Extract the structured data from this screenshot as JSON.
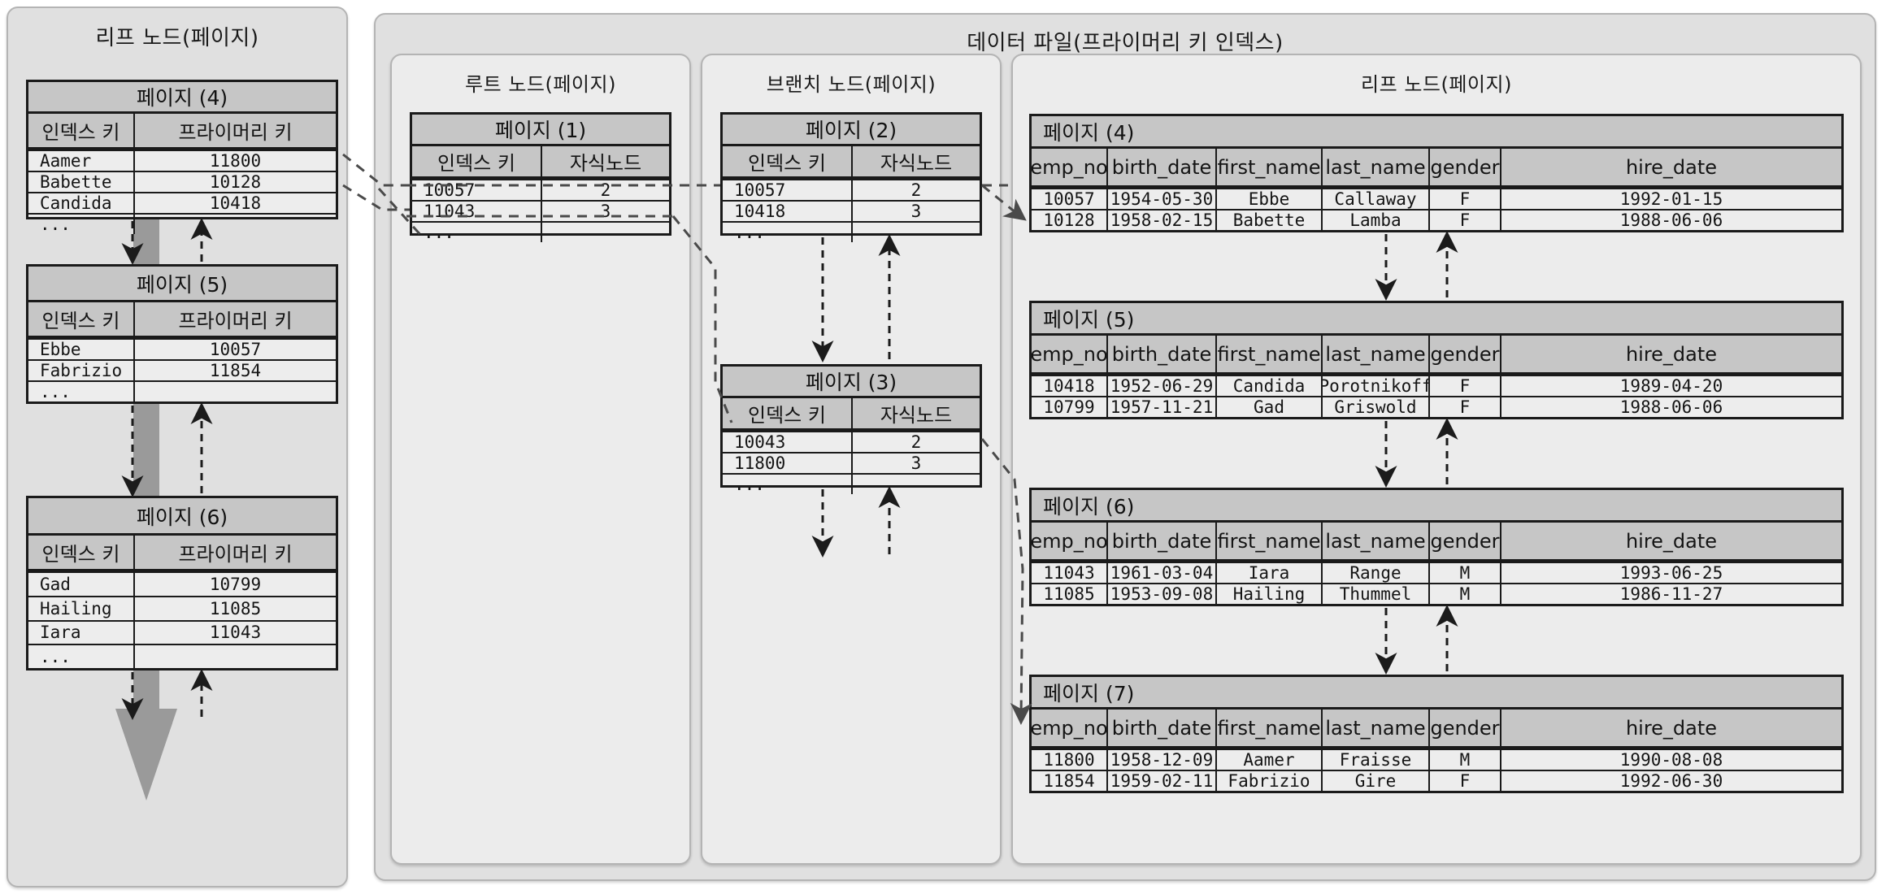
{
  "panels": {
    "secondary_index": {
      "title": "리프 노드(페이지)"
    },
    "data_file": {
      "title": "데이터 파일(프라이머리 키 인덱스)"
    },
    "root_node": {
      "title": "루트 노드(페이지)"
    },
    "branch_node": {
      "title": "브랜치 노드(페이지)"
    },
    "leaf_node": {
      "title": "리프 노드(페이지)"
    }
  },
  "index_table_headers": {
    "key": "인덱스 키",
    "pk": "프라이머리 키",
    "child": "자식노드"
  },
  "ellipsis": "...",
  "secondary_pages": [
    {
      "title": "페이지 (4)",
      "rows": [
        {
          "key": "Aamer",
          "pk": "11800"
        },
        {
          "key": "Babette",
          "pk": "10128"
        },
        {
          "key": "Candida",
          "pk": "10418"
        },
        {
          "key": "...",
          "pk": ""
        }
      ]
    },
    {
      "title": "페이지 (5)",
      "rows": [
        {
          "key": "Ebbe",
          "pk": "10057"
        },
        {
          "key": "Fabrizio",
          "pk": "11854"
        },
        {
          "key": "...",
          "pk": ""
        }
      ]
    },
    {
      "title": "페이지 (6)",
      "rows": [
        {
          "key": "Gad",
          "pk": "10799"
        },
        {
          "key": "Hailing",
          "pk": "11085"
        },
        {
          "key": "Iara",
          "pk": "11043"
        },
        {
          "key": "...",
          "pk": ""
        }
      ]
    }
  ],
  "root_page": {
    "title": "페이지 (1)",
    "rows": [
      {
        "key": "10057",
        "child": "2"
      },
      {
        "key": "11043",
        "child": "3"
      },
      {
        "key": "...",
        "child": ""
      }
    ]
  },
  "branch_pages": [
    {
      "title": "페이지 (2)",
      "rows": [
        {
          "key": "10057",
          "child": "2"
        },
        {
          "key": "10418",
          "child": "3"
        },
        {
          "key": "...",
          "child": ""
        }
      ]
    },
    {
      "title": "페이지 (3)",
      "rows": [
        {
          "key": "10043",
          "child": "2"
        },
        {
          "key": "11800",
          "child": "3"
        },
        {
          "key": "...",
          "child": ""
        }
      ]
    }
  ],
  "data_columns": [
    "emp_no",
    "birth_date",
    "first_name",
    "last_name",
    "gender",
    "hire_date"
  ],
  "data_pages": [
    {
      "title": "페이지 (4)",
      "rows": [
        [
          "10057",
          "1954-05-30",
          "Ebbe",
          "Callaway",
          "F",
          "1992-01-15"
        ],
        [
          "10128",
          "1958-02-15",
          "Babette",
          "Lamba",
          "F",
          "1988-06-06"
        ]
      ]
    },
    {
      "title": "페이지 (5)",
      "rows": [
        [
          "10418",
          "1952-06-29",
          "Candida",
          "Porotnikoff",
          "F",
          "1989-04-20"
        ],
        [
          "10799",
          "1957-11-21",
          "Gad",
          "Griswold",
          "F",
          "1988-06-06"
        ]
      ]
    },
    {
      "title": "페이지 (6)",
      "rows": [
        [
          "11043",
          "1961-03-04",
          "Iara",
          "Range",
          "M",
          "1993-06-25"
        ],
        [
          "11085",
          "1953-09-08",
          "Hailing",
          "Thummel",
          "M",
          "1986-11-27"
        ]
      ]
    },
    {
      "title": "페이지 (7)",
      "rows": [
        [
          "11800",
          "1958-12-09",
          "Aamer",
          "Fraisse",
          "M",
          "1990-08-08"
        ],
        [
          "11854",
          "1959-02-11",
          "Fabrizio",
          "Gire",
          "F",
          "1992-06-30"
        ]
      ]
    }
  ],
  "colors": {
    "panel_bg": "#e0e0e0",
    "panel_bg_light": "#ececec",
    "panel_border": "#b4b4b4",
    "node_border": "#1a1a1a",
    "node_header_bg": "#c6c6c6",
    "node_row_bg": "#ededed",
    "scan_arrow": "#9a9a9a",
    "link_line": "#555555"
  }
}
